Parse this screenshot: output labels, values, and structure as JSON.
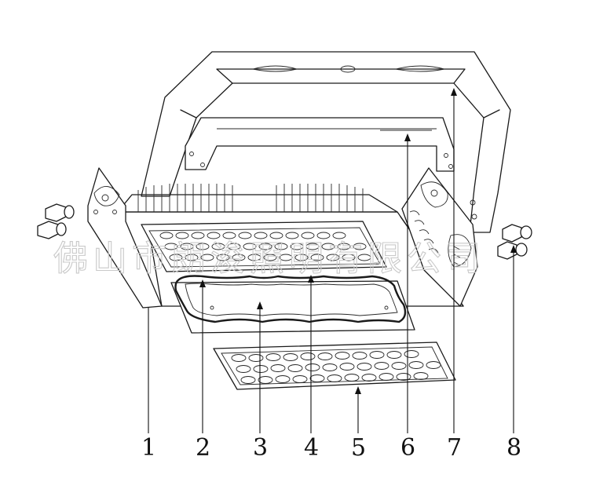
{
  "watermark": "佛山市朗浚照明有限公司",
  "callouts": [
    {
      "label": "1"
    },
    {
      "label": "2"
    },
    {
      "label": "3"
    },
    {
      "label": "4"
    },
    {
      "label": "5"
    },
    {
      "label": "6"
    },
    {
      "label": "7"
    },
    {
      "label": "8"
    }
  ]
}
